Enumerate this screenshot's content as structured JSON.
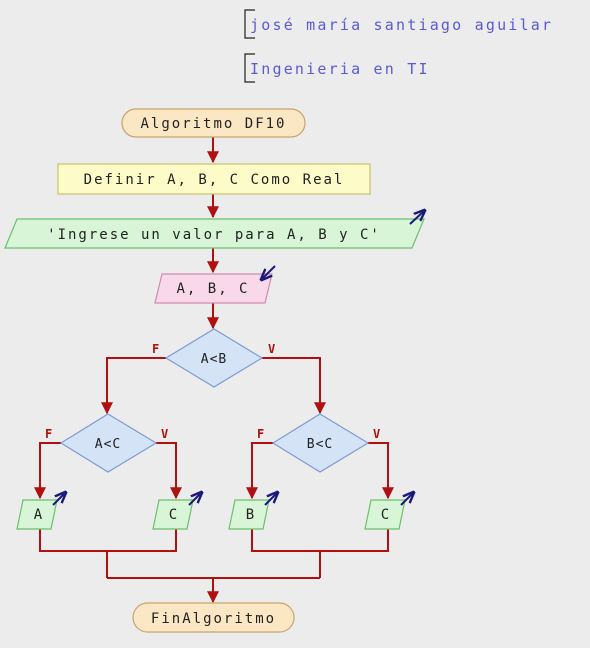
{
  "comments": {
    "author": "josé maría santiago aguilar",
    "subtitle": "Ingenieria en TI"
  },
  "nodes": {
    "start": "Algoritmo DF10",
    "define": "Definir A, B, C Como Real",
    "output_prompt": "'Ingrese un valor para A, B y C'",
    "input_abc": "A, B, C",
    "cond_ab": "A<B",
    "cond_ac": "A<C",
    "cond_bc": "B<C",
    "out_a": "A",
    "out_c_left": "C",
    "out_b": "B",
    "out_c_right": "C",
    "end": "FinAlgoritmo"
  },
  "branch_labels": {
    "false": "F",
    "true": "V"
  },
  "colors": {
    "background": "#ececec",
    "edge": "#b01010",
    "terminal_fill": "#fbe7c4",
    "terminal_stroke": "#c9a46c",
    "process_fill": "#fdfbc8",
    "process_stroke": "#c9c16c",
    "output_fill": "#d8f5d8",
    "output_stroke": "#6cbf6c",
    "input_fill": "#f9d8ea",
    "input_stroke": "#d08ab2",
    "decision_fill": "#d5e3f7",
    "decision_stroke": "#7d9bd2",
    "comment_text": "#5a5ad6",
    "io_arrow": "#1a1a7a"
  }
}
